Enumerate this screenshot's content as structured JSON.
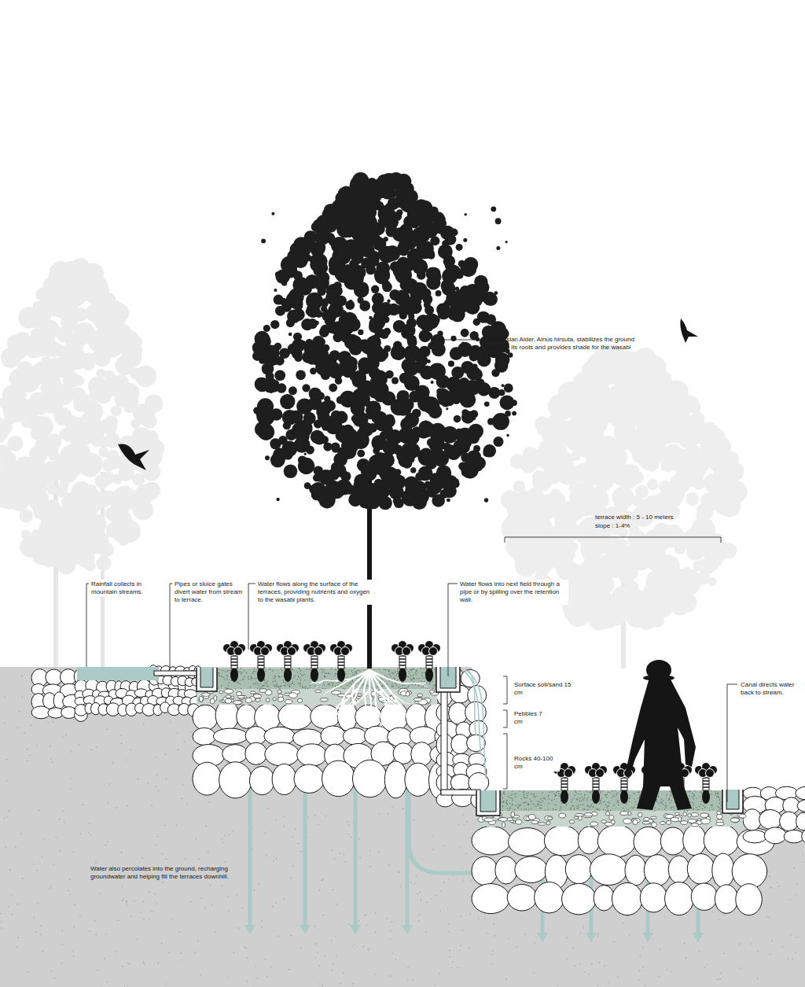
{
  "diagram": {
    "labels": [
      "East Asian Alder, Alnus hirsuta, stabilizes the ground through its roots and provides shade for the wasabi plants.",
      "terrace width : 5 - 10 meters",
      "slope : 1-4%",
      "Rainfall collects in mountain streams.",
      "Pipes or sluice gates divert water from stream to terrace.",
      "Water flows along the surface of the terraces, providing nutrients and oxygen to the wasabi plants.",
      "Water flows into next field through a pipe or by spilling over the retention wall.",
      "Surface soil/sand 15 cm",
      "Pebbles 7 cm",
      "Rocks 40-100 cm",
      "Canal directs water back to stream.",
      "Water also percolates into the ground, recharging groundwater and helping fill the terraces downhill."
    ]
  }
}
